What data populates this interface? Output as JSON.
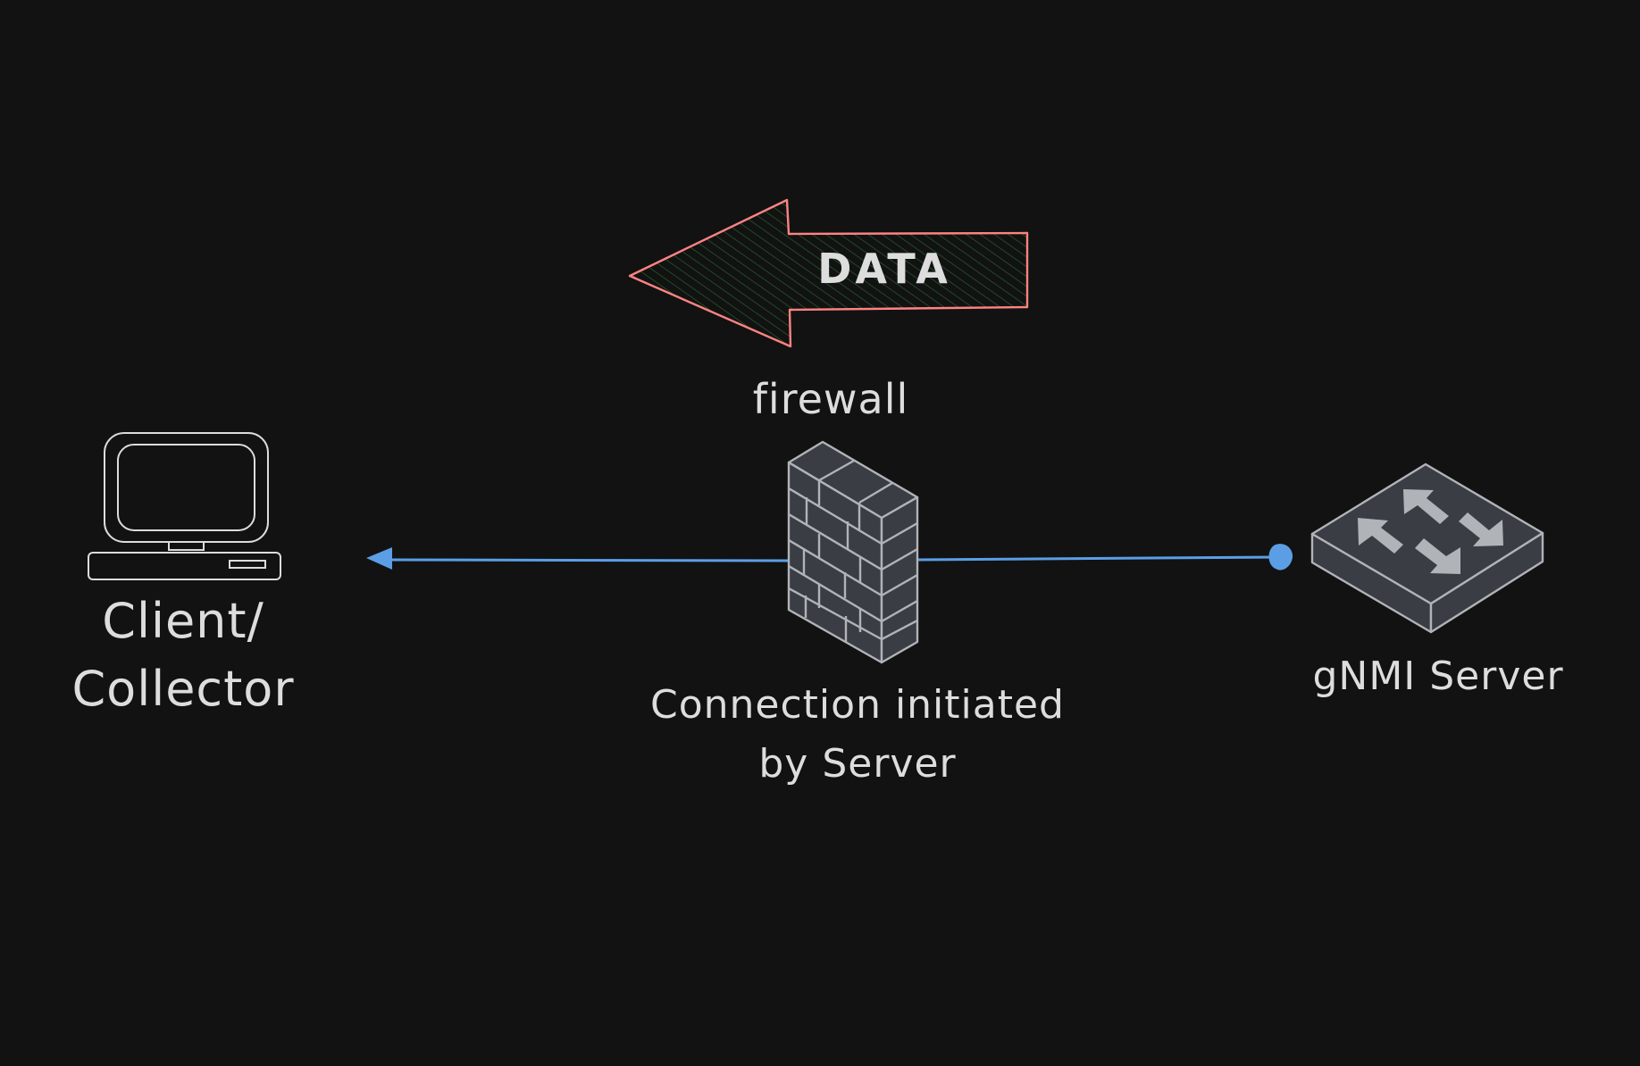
{
  "diagram": {
    "background_color": "#121212",
    "data_arrow": {
      "label": "DATA",
      "direction": "left",
      "stroke_color": "#ff8383",
      "fill_color": "#1f4d1f"
    },
    "firewall": {
      "label": "firewall",
      "icon": "firewall-icon"
    },
    "client": {
      "label_line1": "Client/",
      "label_line2": "Collector",
      "icon": "computer-icon"
    },
    "server": {
      "label": "gNMI Server",
      "icon": "network-switch-icon"
    },
    "connection": {
      "label_line1": "Connection initiated",
      "label_line2": "by Server",
      "line_color": "#5b9ee6",
      "from": "gNMI Server",
      "to": "Client/Collector"
    }
  }
}
